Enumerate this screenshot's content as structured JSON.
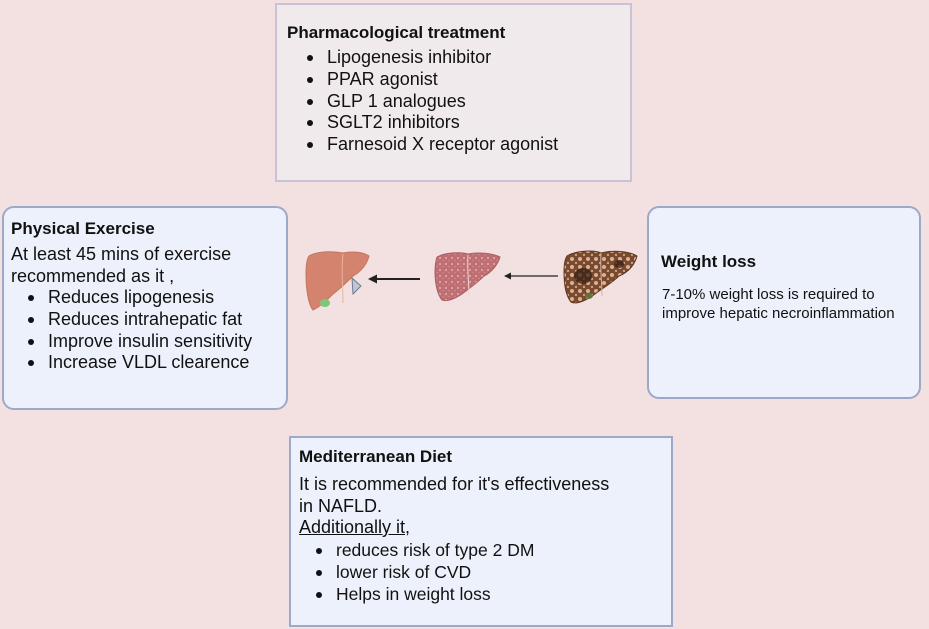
{
  "pharmacological": {
    "title": "Pharmacological treatment",
    "items": [
      "Lipogenesis inhibitor",
      "PPAR agonist",
      "GLP 1 analogues",
      "SGLT2 inhibitors",
      "Farnesoid X receptor agonist"
    ]
  },
  "exercise": {
    "title": "Physical Exercise",
    "intro_line1": "At least 45 mins of exercise",
    "intro_line2": "recommended as it ,",
    "items": [
      "Reduces lipogenesis",
      "Reduces intrahepatic fat",
      "Improve insulin sensitivity",
      "Increase VLDL clearence"
    ]
  },
  "weight_loss": {
    "title": "Weight loss",
    "text_line1": "7-10% weight loss is required to",
    "text_line2": "improve hepatic necroinflammation"
  },
  "diet": {
    "title": "Mediterranean Diet",
    "text_line1": "It is recommended for it's effectiveness",
    "text_line2": "in NAFLD.",
    "additionally": "Additionally it,",
    "items": [
      "reduces risk of type 2 DM",
      "lower risk of CVD",
      "Helps in weight loss"
    ]
  },
  "livers": {
    "healthy": "healthy-liver-icon",
    "fatty": "fatty-liver-icon",
    "cirrhotic": "cirrhotic-liver-icon"
  },
  "colors": {
    "background": "#f3e1e1",
    "box_fill": "#ecf1fb",
    "box_border": "#9ea8c8",
    "pharm_fill": "#f1eaec",
    "healthy_liver": "#d4846e",
    "fatty_liver": "#bf6f72",
    "cirrhotic_liver": "#7a4a30"
  }
}
